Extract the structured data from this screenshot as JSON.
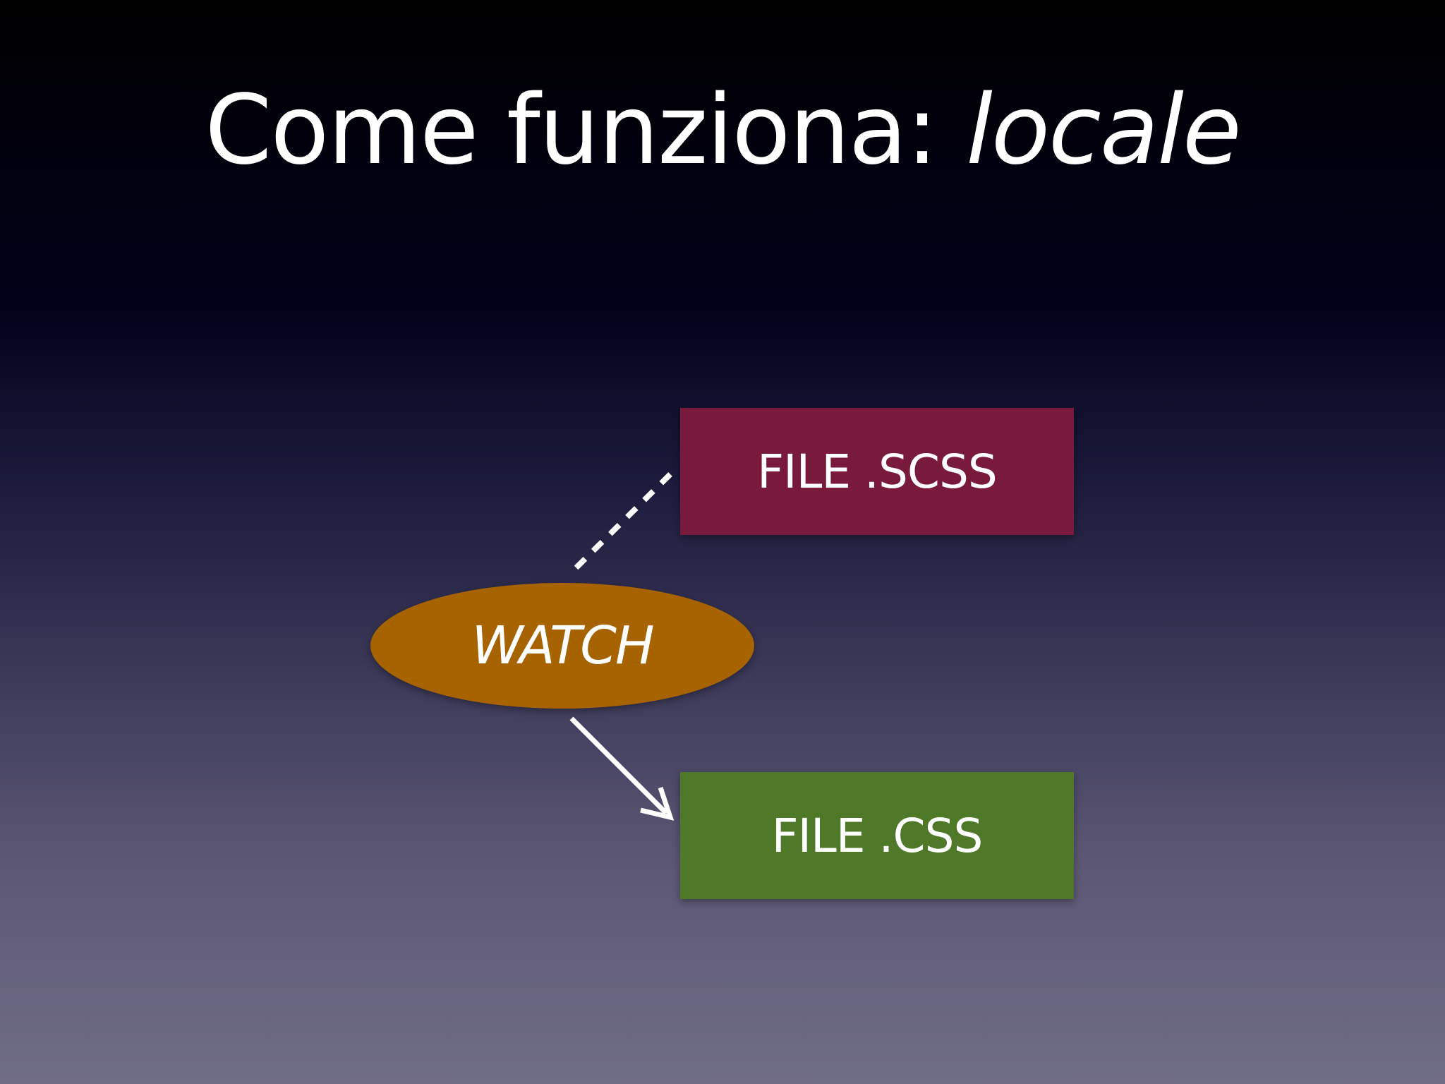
{
  "title": {
    "main": "Come funziona: ",
    "emphasis": "locale"
  },
  "nodes": {
    "scss_file": {
      "label": "FILE .SCSS",
      "color": "#791a3d"
    },
    "watch": {
      "label": "WATCH",
      "color": "#a76300"
    },
    "css_file": {
      "label": "FILE .CSS",
      "color": "#4f7829"
    }
  },
  "edges": [
    {
      "from": "scss_file",
      "to": "watch",
      "style": "dashed"
    },
    {
      "from": "watch",
      "to": "css_file",
      "style": "solid-arrow"
    }
  ]
}
